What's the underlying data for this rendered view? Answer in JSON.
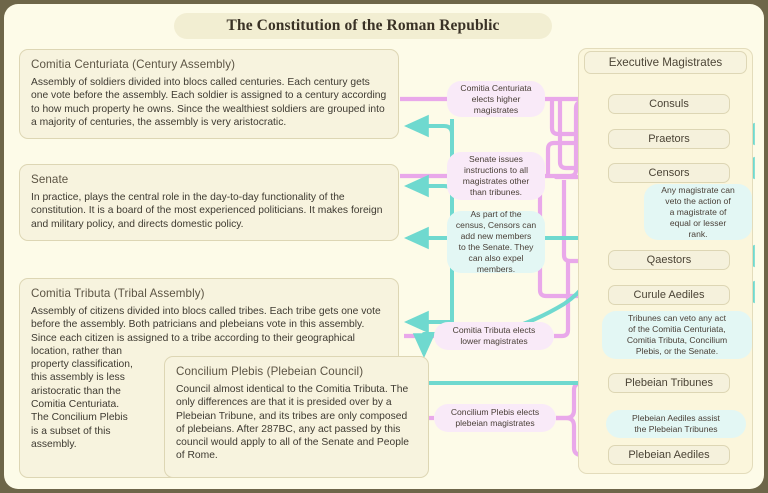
{
  "page": {
    "title": "The Constitution of the Roman Republic",
    "outer_border_color": "#6e6649",
    "canvas_color": "#fdfbe8",
    "pink_flow_color": "#e9a8ea",
    "teal_flow_color": "#6fd9cf",
    "card_color": "#f7f3de"
  },
  "assemblies": [
    {
      "id": "comitia-centuriata",
      "title": "Comitia Centuriata (Century Assembly)",
      "body": "Assembly of soldiers divided into blocs called centuries.  Each century gets one vote before the assembly.  Each soldier is assigned to a century according to how much property he owns. Since the wealthiest soldiers are grouped into a majority of centuries, the assembly is very aristocratic."
    },
    {
      "id": "senate",
      "title": "Senate",
      "body": "In practice, plays the central role in the day-to-day functionality of the constitution.  It is a board of the most experienced politicians.  It makes foreign and military policy, and directs domestic policy."
    },
    {
      "id": "comitia-tributa",
      "title": "Comitia Tributa (Tribal Assembly)",
      "body": "Assembly of citizens divided into blocs called tribes.  Each tribe gets one vote before the assembly.  Both patricians and plebeians vote in this assembly.  Since each citizen is assigned to a tribe according to their geographical\nlocation, rather than\nproperty classification,\nthis assembly is less\naristocratic than the\nComitia Centuriata.\nThe Concilium Plebis\nis a subset of this\nassembly."
    },
    {
      "id": "concilium-plebis",
      "title": "Concilium Plebis (Plebeian Council)",
      "body": "Council almost identical to the Comitia Tributa. The only differences are that it is presided over by a Plebeian Tribune, and its tribes are only composed of plebeians.  After 287BC, any act passed by this council would apply to all of the Senate and People of Rome."
    }
  ],
  "magistrates_panel": {
    "header": "Executive Magistrates",
    "items": [
      {
        "id": "consuls",
        "label": "Consuls"
      },
      {
        "id": "praetors",
        "label": "Praetors"
      },
      {
        "id": "censors",
        "label": "Censors"
      },
      {
        "id": "qaestors",
        "label": "Qaestors"
      },
      {
        "id": "curule-aediles",
        "label": "Curule Aediles"
      },
      {
        "id": "plebeian-tribunes",
        "label": "Plebeian Tribunes"
      },
      {
        "id": "plebeian-aediles",
        "label": "Plebeian Aediles"
      }
    ]
  },
  "flow_labels": {
    "pink": [
      {
        "id": "cc-elects-higher",
        "text": "Comitia Centuriata\nelects higher\nmagistrates"
      },
      {
        "id": "senate-instructs",
        "text": "Senate issues\ninstructions to all\nmagistrates other\nthan tribunes."
      },
      {
        "id": "ct-elects-lower",
        "text": "Comitia Tributa elects\nlower magistrates"
      },
      {
        "id": "cp-elects-plebeian",
        "text": "Concilium Plebis elects\nplebeian magistrates"
      }
    ],
    "teal": [
      {
        "id": "censors-census",
        "text": "As part of the\ncensus, Censors can\nadd new members\nto the Senate.  They\ncan also expel\nmembers."
      },
      {
        "id": "magistrate-veto",
        "text": "Any magistrate can\nveto the action of\na magistrate of\nequal or lesser\nrank."
      },
      {
        "id": "tribune-veto",
        "text": "Tribunes can veto any act\nof the Comitia Centuriata,\nComitia Tributa, Concilium\nPlebis, or the Senate."
      },
      {
        "id": "aediles-assist",
        "text": "Plebeian Aediles assist\nthe Plebeian Tribunes"
      }
    ]
  }
}
